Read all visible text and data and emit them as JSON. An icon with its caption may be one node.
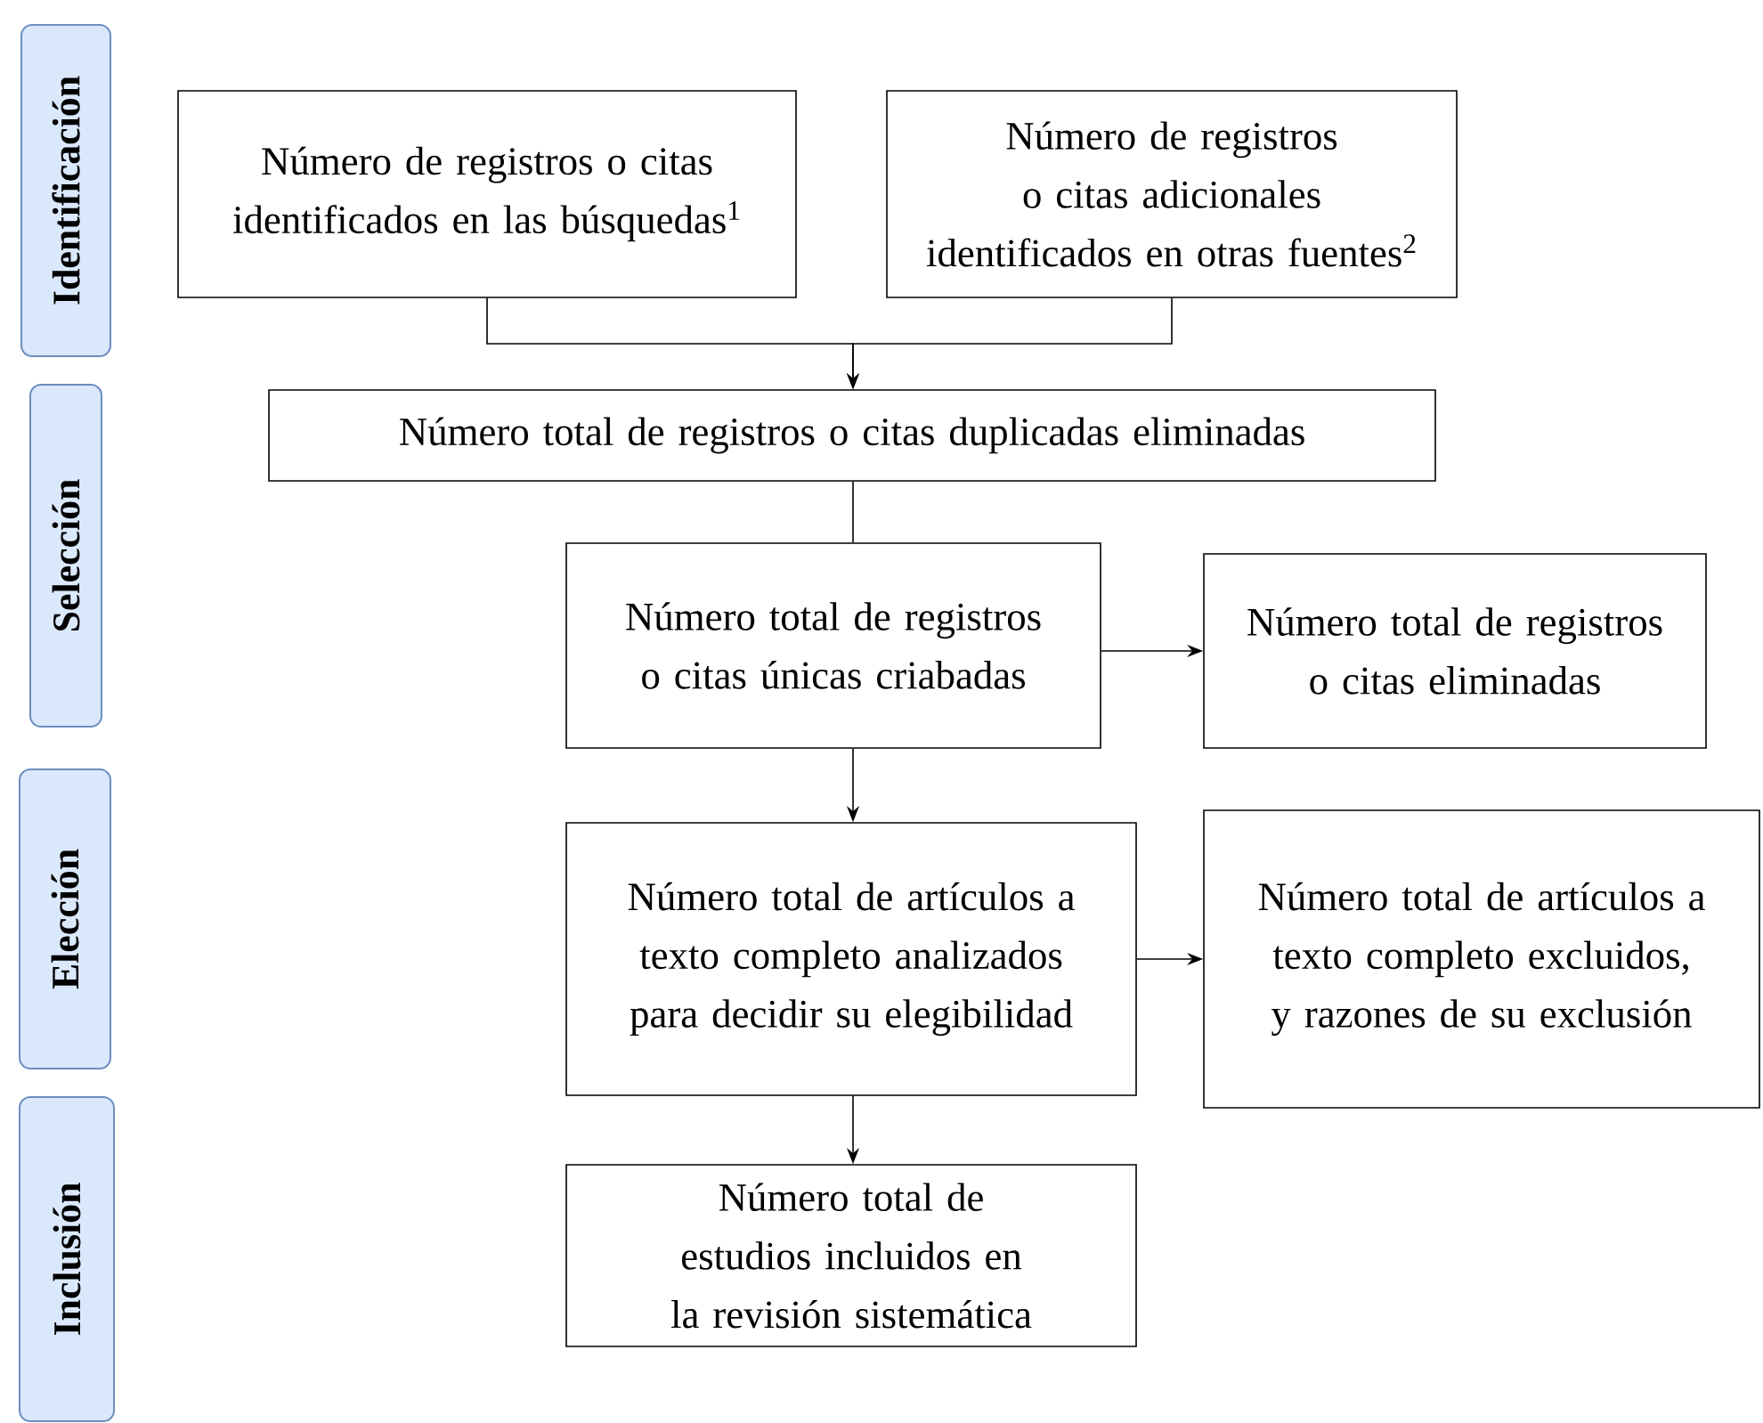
{
  "diagram": {
    "nodes": [
      {
        "text": [
          "Identificación"
        ]
      },
      {
        "text": [
          "Selección"
        ]
      },
      {
        "text": [
          "Elección"
        ]
      },
      {
        "text": [
          "Inclusión"
        ]
      },
      {
        "text": [
          "Número de registros o citas identificados en las búsquedas$^{1}$"
        ]
      },
      {
        "text": [
          "Número de registros o citas adicionales identificados en otras fuentes$^{2}$"
        ]
      },
      {
        "text": [
          "Número total de registros o citas duplicadas eliminadas"
        ]
      },
      {
        "text": [
          "Número total de registros o citas únicas criabadas"
        ]
      },
      {
        "text": [
          "Número total de registros o citas eliminadas"
        ]
      },
      {
        "text": [
          "Número total de artículos a texto completo analizados para decidir su elegibilidad"
        ]
      },
      {
        "text": [
          "Número total de artículos a texto completo excluidos, y razones de su exclusión"
        ]
      },
      {
        "text": [
          "Número total de estudios incluidos en la revisión sistemática"
        ]
      }
    ],
    "edges": [
      {
        "from": 4,
        "to": 6,
        "arrow": "to"
      },
      {
        "from": 5,
        "to": 6,
        "arrow": "to"
      },
      {
        "from": 6,
        "to": 7,
        "arrow": "none"
      },
      {
        "from": 7,
        "to": 8,
        "arrow": "to"
      },
      {
        "from": 7,
        "to": 9,
        "arrow": "to"
      },
      {
        "from": 9,
        "to": 10,
        "arrow": "to"
      },
      {
        "from": 9,
        "to": 11,
        "arrow": "to"
      }
    ]
  }
}
